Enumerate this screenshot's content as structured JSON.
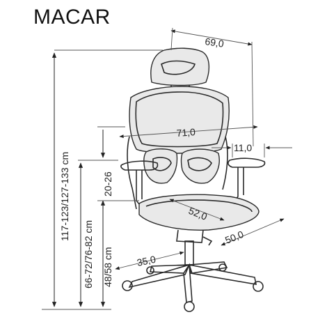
{
  "product": {
    "name": "MACAR"
  },
  "dimensions": {
    "depth_top": "69,0",
    "back_width": "71,0",
    "armrest_width": "11,0",
    "seat_width": "52,0",
    "seat_depth": "50,0",
    "base_radius": "35,0",
    "total_height": "117-123/127-133 cm",
    "armrest_height": "66-72/76-82 cm",
    "armrest_adjust": "20-26",
    "seat_height": "48/58 cm"
  },
  "colors": {
    "line": "#333333",
    "mesh": "#e9e9e9"
  }
}
